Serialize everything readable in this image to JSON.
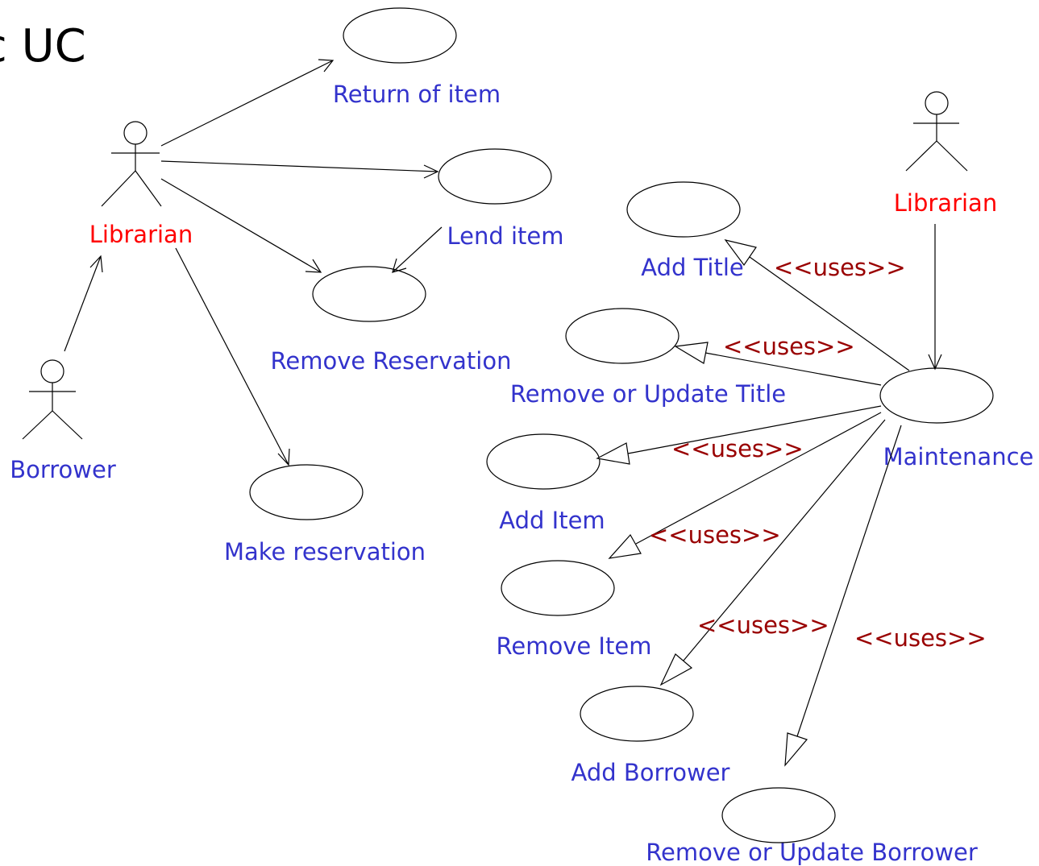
{
  "slide": {
    "title": "c UC"
  },
  "colors": {
    "actor": "#ff0000",
    "usecase": "#3333cc",
    "stereotype": "#990000",
    "line": "#000000"
  },
  "actors": {
    "librarian_left": "Librarian",
    "borrower": "Borrower",
    "librarian_right": "Librarian"
  },
  "use_cases": {
    "return_item": "Return of item",
    "lend_item": "Lend item",
    "remove_reservation": "Remove Reservation",
    "make_reservation": "Make reservation",
    "add_title": "Add Title",
    "remove_update_title": "Remove or Update Title",
    "maintenance": "Maintenance",
    "add_item": "Add Item",
    "remove_item": "Remove Item",
    "add_borrower": "Add Borrower",
    "remove_update_borrower": "Remove or Update Borrower"
  },
  "stereotypes": {
    "uses_add_title": "<<uses>>",
    "uses_remove_update_title": "<<uses>>",
    "uses_add_item": "<<uses>>",
    "uses_remove_item": "<<uses>>",
    "uses_add_borrower": "<<uses>>",
    "uses_remove_update_borrower": "<<uses>>"
  }
}
